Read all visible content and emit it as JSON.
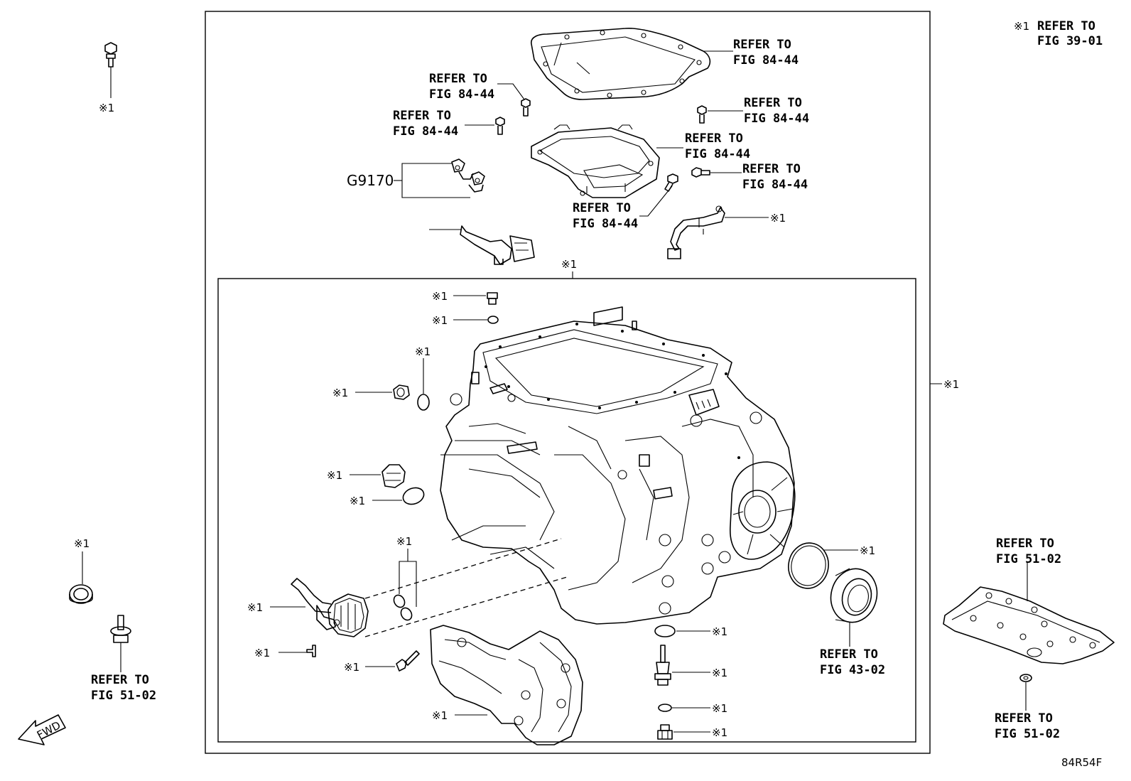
{
  "legend": {
    "mark": "※1",
    "text_line1": "REFER TO",
    "text_line2": "FIG 39-01"
  },
  "mark": "※1",
  "part_code": "G9170",
  "fwd_label": "FWD",
  "diagram_id": "84R54F",
  "refs": {
    "fig_84_44": {
      "line1": "REFER TO",
      "line2": "FIG 84-44"
    },
    "fig_51_02": {
      "line1": "REFER TO",
      "line2": "FIG 51-02"
    },
    "fig_43_02": {
      "line1": "REFER TO",
      "line2": "FIG 43-02"
    }
  }
}
